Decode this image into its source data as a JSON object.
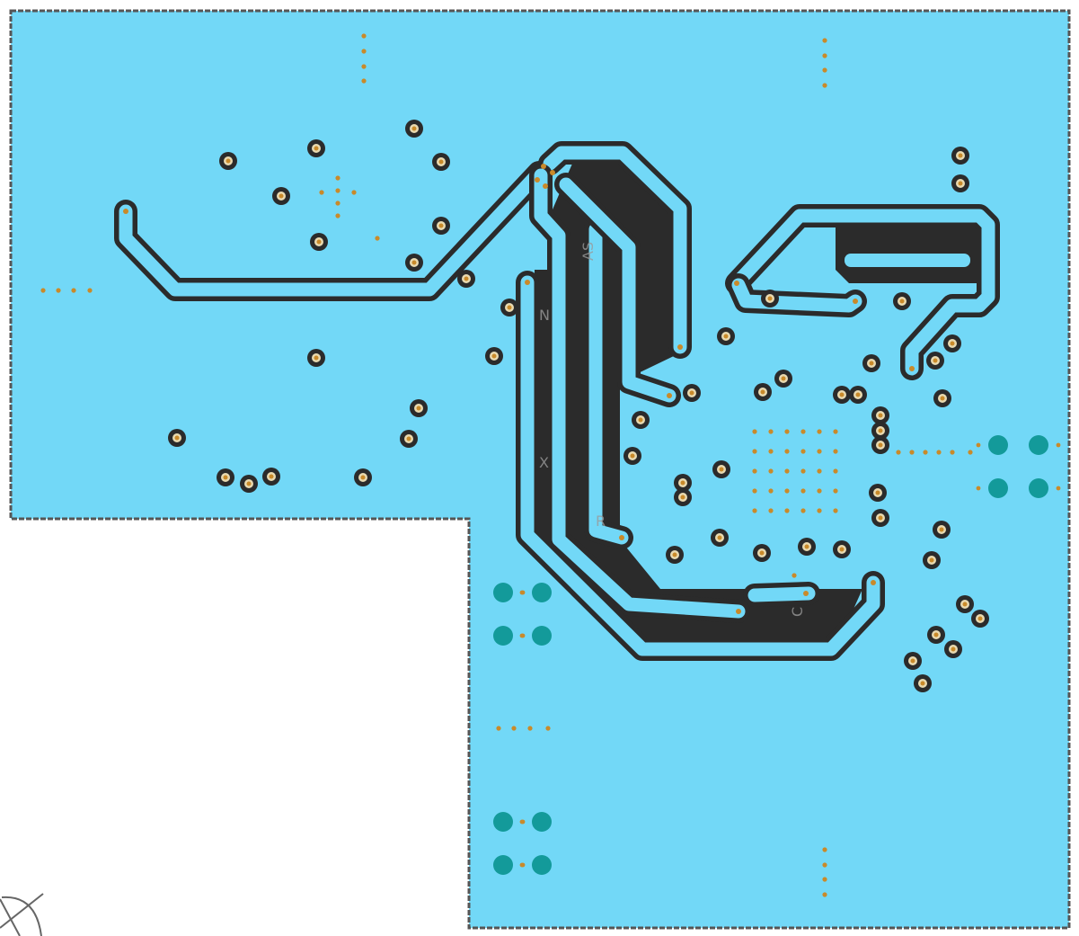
{
  "board": {
    "colors": {
      "copper_pour": "#72d8f7",
      "clearance": "#2b2b2b",
      "pad_hole": "#c98a2a",
      "large_pad": "#139a9a",
      "outline": "#555555",
      "background": "#ffffff"
    },
    "silkscreen_labels": [
      "N",
      "X",
      "R",
      "C",
      "AS"
    ],
    "origin_marker": "crosshair-circle"
  }
}
